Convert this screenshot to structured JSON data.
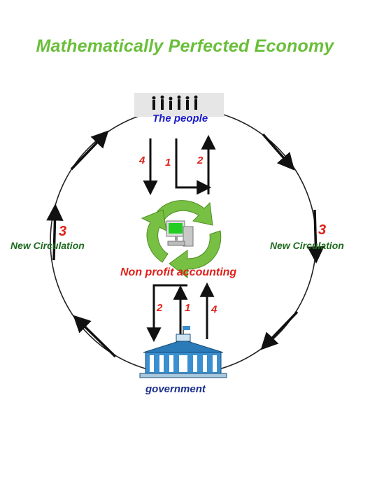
{
  "title": "Mathematically Perfected Economy",
  "nodes": {
    "people": "The people",
    "center": "Non profit accounting",
    "government": "government",
    "left_circulation": "New Circulation",
    "right_circulation": "New Circulation"
  },
  "numbers": {
    "top_left": "4",
    "top_mid": "1",
    "top_right": "2",
    "bottom_left": "2",
    "bottom_mid": "1",
    "bottom_right": "4",
    "left_circ": "3",
    "right_circ": "3"
  },
  "icons": {
    "people": "people-silhouettes-icon",
    "center": "recycle-computer-icon",
    "government": "government-building-icon"
  },
  "colors": {
    "title": "#6abf3a",
    "people_label": "#1a1acc",
    "center_label": "#e0201a",
    "government_label": "#1a2f8a",
    "circulation_label": "#1f6b1f",
    "numbers": "#e0201a",
    "arrows": "#111111"
  }
}
